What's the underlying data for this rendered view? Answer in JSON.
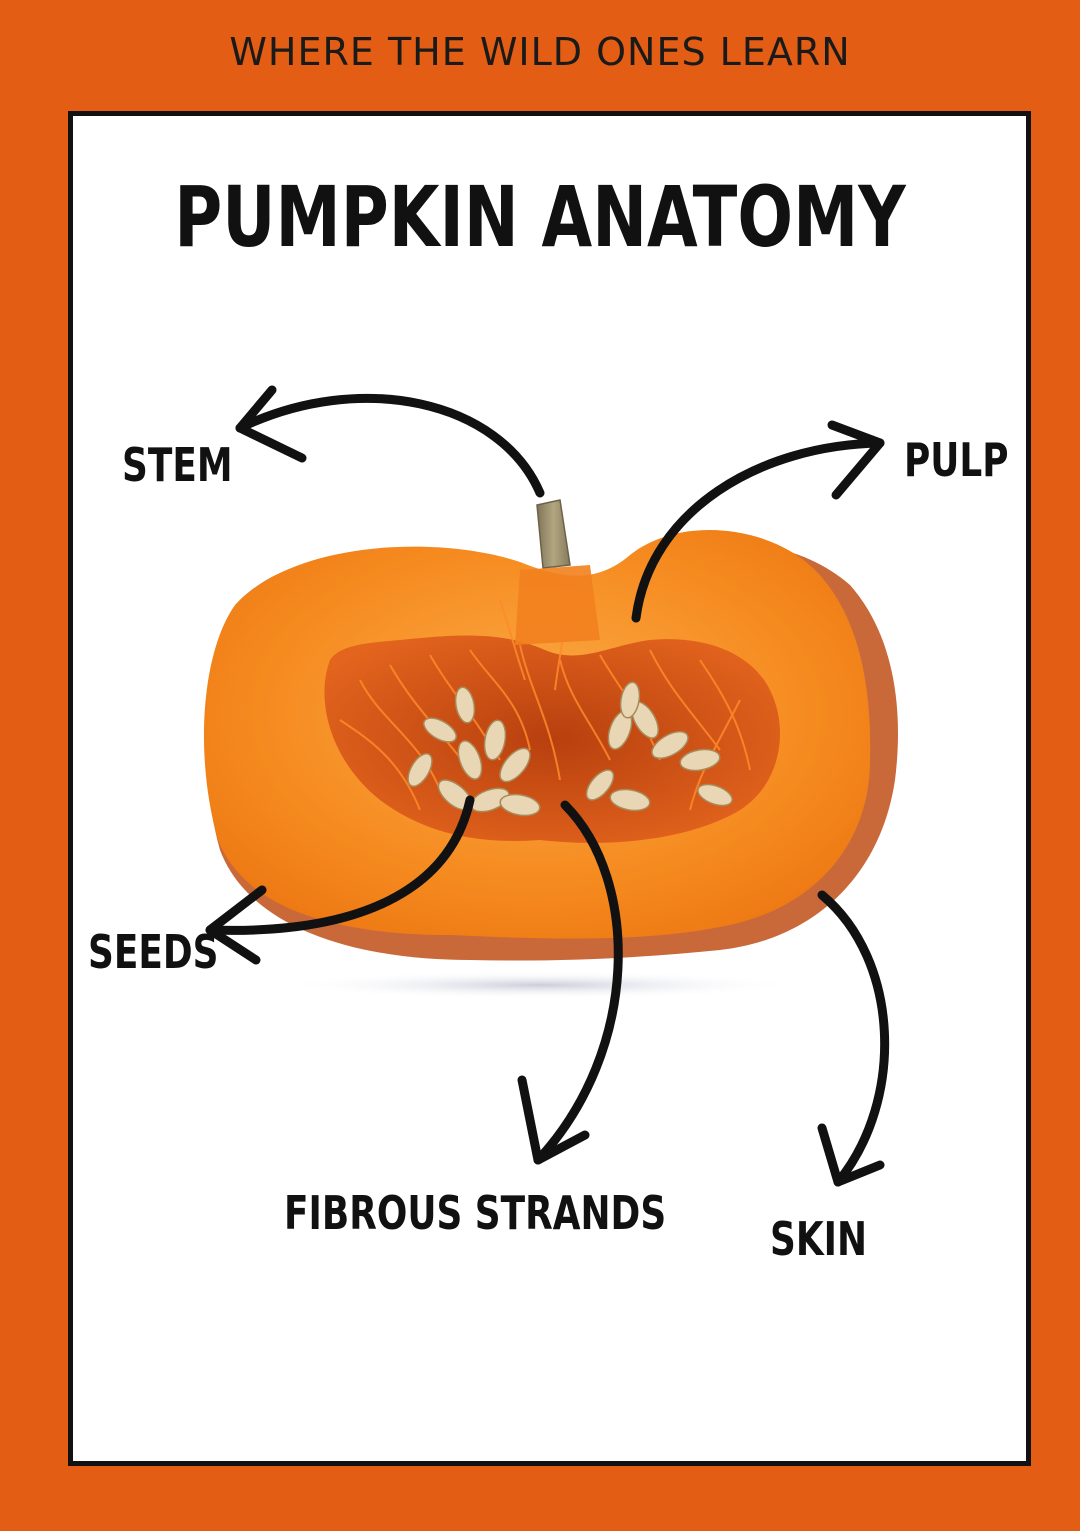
{
  "header": {
    "brand": "WHERE THE WILD ONES LEARN"
  },
  "diagram": {
    "title": "PUMPKIN ANATOMY",
    "parts": {
      "stem": "STEM",
      "pulp": "PULP",
      "seeds": "SEEDS",
      "fibrous_strands": "FIBROUS STRANDS",
      "skin": "SKIN"
    }
  },
  "colors": {
    "border": "#e35d14",
    "flesh": "#f58a1f",
    "flesh_light": "#f9a03a",
    "skin": "#c9693a",
    "cavity": "#d9541a",
    "seed": "#e8d6b4",
    "stem": "#9c8f6f",
    "ink": "#111111"
  }
}
